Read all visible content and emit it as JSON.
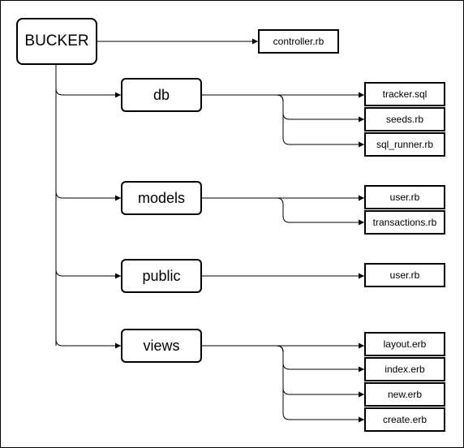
{
  "root": {
    "label": "BUCKER"
  },
  "controller": {
    "label": "controller.rb"
  },
  "folders": [
    {
      "id": "db",
      "label": "db",
      "files": [
        "tracker.sql",
        "seeds.rb",
        "sql_runner.rb"
      ]
    },
    {
      "id": "models",
      "label": "models",
      "files": [
        "user.rb",
        "transactions.rb"
      ]
    },
    {
      "id": "public",
      "label": "public",
      "files": [
        "user.rb"
      ]
    },
    {
      "id": "views",
      "label": "views",
      "files": [
        "layout.erb",
        "index.erb",
        "new.erb",
        "create.erb"
      ]
    }
  ]
}
